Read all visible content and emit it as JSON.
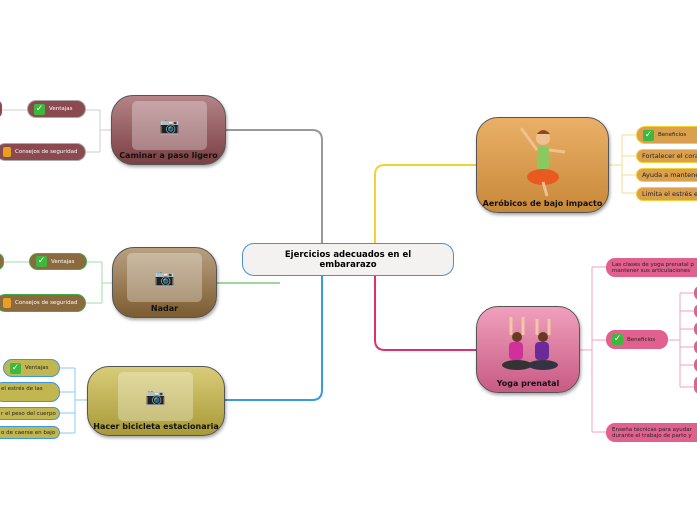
{
  "central": {
    "title": "Ejercicios adecuados en el embararazo",
    "border": "#4a90d0"
  },
  "branches": {
    "caminar": {
      "title": "Caminar a paso ligero",
      "color": "#8a4a50",
      "items": [
        "Ventajas",
        "Consejos de seguridad"
      ]
    },
    "nadar": {
      "title": "Nadar",
      "color": "#8a6a3e",
      "items": [
        "Ventajas",
        "Consejos de seguridad"
      ]
    },
    "bicicleta": {
      "title": "Hacer bicicleta estacionaria",
      "color": "#c2b650",
      "items": [
        "Ventajas",
        "el estrés de las",
        "r el peso del cuerpo",
        "o de caerse en bajo"
      ]
    },
    "aerobicos": {
      "title": "Aeróbicos de bajo impacto",
      "color": "#dba04e",
      "items": [
        "Beneficios",
        "Fortalecer el corazón",
        "Ayuda a mantener e",
        "Limita el estrés en l"
      ]
    },
    "yoga": {
      "title": "Yoga prenatal",
      "color": "#e27aa0",
      "items": [
        "Las clases de yoga prenatal p",
        "mantener sus articulaciones",
        "Beneficios",
        "Enseña técnicas para ayudar",
        "durante el trabajo de parto y"
      ]
    }
  },
  "icons": [
    "camera-icon",
    "check-icon",
    "lock-icon"
  ]
}
